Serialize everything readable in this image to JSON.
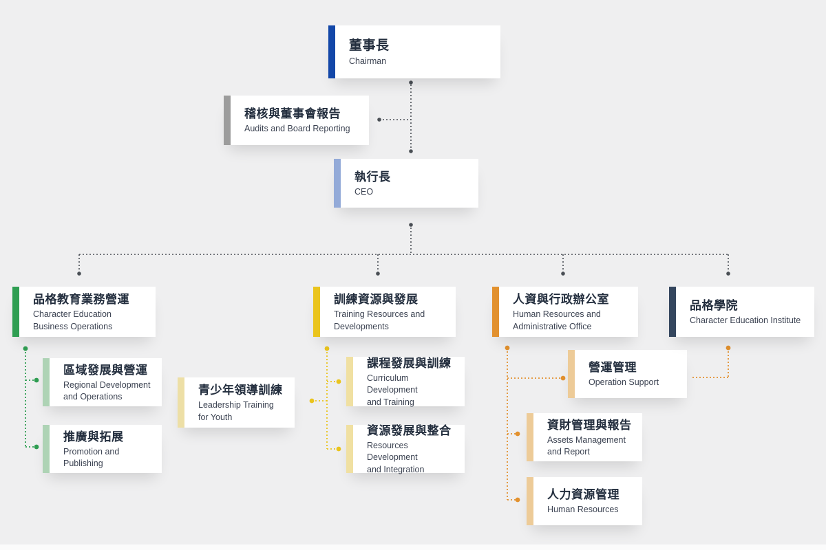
{
  "diagram": {
    "type": "org-chart",
    "background_color": "#efeff0",
    "card_color": "#ffffff",
    "title_color": "#232e3e",
    "subtitle_color": "#3c4352",
    "connector_colors": {
      "default": "#4a4f55",
      "green": "#2f9e52",
      "yellow": "#eac41d",
      "orange": "#e2912f"
    },
    "accent_colors": {
      "chairman": "#1347a8",
      "audits": "#9c9c9c",
      "ceo": "#93aad8",
      "business_operations": "#2f9e52",
      "business_children": "#aed3b5",
      "training_resources": "#eac41d",
      "training_children": "#f0e0a2",
      "hr_admin": "#e2912f",
      "hr_children": "#edcb98",
      "institute": "#34465e"
    }
  },
  "nodes": {
    "chairman": {
      "title": "董事長",
      "subtitle": "Chairman"
    },
    "audits": {
      "title": "稽核與董事會報告",
      "subtitle": "Audits and Board Reporting"
    },
    "ceo": {
      "title": "執行長",
      "subtitle": "CEO"
    },
    "business_operations": {
      "title": "品格教育業務營運",
      "subtitle": "Character Education\nBusiness Operations"
    },
    "regional_development": {
      "title": "區域發展與營運",
      "subtitle": "Regional Development\nand Operations"
    },
    "promotion": {
      "title": "推廣與拓展",
      "subtitle": "Promotion and Publishing"
    },
    "youth_leadership": {
      "title": "青少年領導訓練",
      "subtitle": "Leadership Training\nfor Youth"
    },
    "training_resources": {
      "title": "訓練資源與發展",
      "subtitle": "Training Resources and\nDevelopments"
    },
    "curriculum": {
      "title": "課程發展與訓練",
      "subtitle": "Curriculum Development\nand Training"
    },
    "resources_integration": {
      "title": "資源發展與整合",
      "subtitle": "Resources Development\nand Integration"
    },
    "hr_admin": {
      "title": "人資與行政辦公室",
      "subtitle": "Human Resources and\nAdministrative Office"
    },
    "operation_support": {
      "title": "營運管理",
      "subtitle": "Operation Support"
    },
    "assets_management": {
      "title": "資財管理與報告",
      "subtitle": "Assets Management\nand Report"
    },
    "human_resources": {
      "title": "人力資源管理",
      "subtitle": "Human Resources"
    },
    "institute": {
      "title": "品格學院",
      "subtitle": "Character Education Institute"
    }
  }
}
